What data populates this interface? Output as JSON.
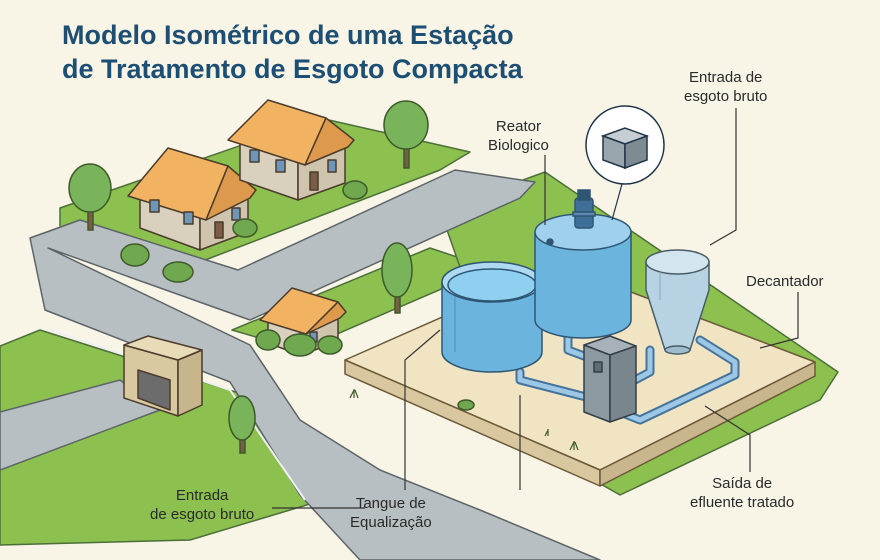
{
  "title": {
    "line1": "Modelo Isométrico de uma Estação",
    "line2": "de Tratamento de Esgoto Compacta"
  },
  "labels": {
    "reator": {
      "line1": "Reator",
      "line2": "Biologico"
    },
    "entrada_top": {
      "line1": "Entrada de",
      "line2": "esgoto bruto"
    },
    "decantador": {
      "line1": "Decantador"
    },
    "saida": {
      "line1": "Saída de",
      "line2": "efluente tratado"
    },
    "tangue": {
      "line1": "Tangue de",
      "line2": "Equalização"
    },
    "entrada_bottom": {
      "line1": "Entrada",
      "line2": "de esgoto bruto"
    }
  },
  "colors": {
    "background": "#f8f4e6",
    "title": "#1d4e73",
    "tank_blue": "#6bb4dd",
    "water": "#8fcff0",
    "grass": "#8cc04f",
    "road": "#b8bfc3",
    "roof": "#f1b262",
    "concrete": "#f1e4c2"
  }
}
